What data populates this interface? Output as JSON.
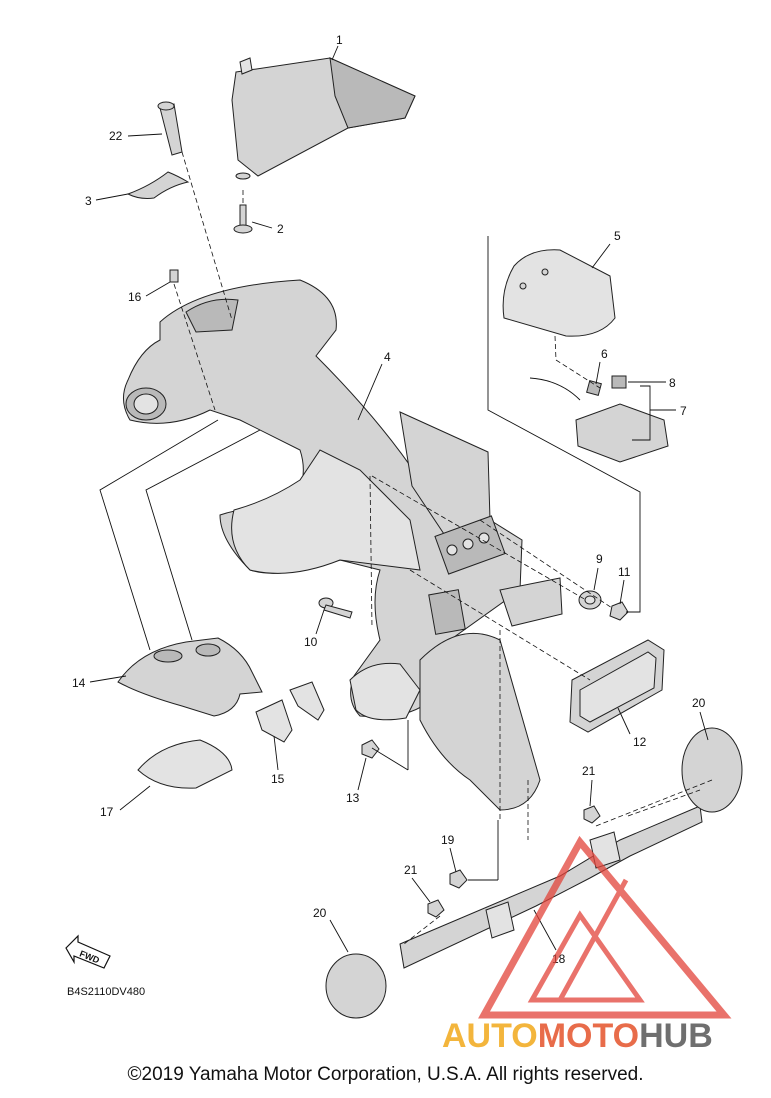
{
  "diagram": {
    "code": "B4S2110DV480",
    "fwd_label": "FWD",
    "watermark": {
      "part1": "AUTO",
      "part2": "MOTO",
      "part3": "HUB"
    },
    "copyright": "©2019 Yamaha Motor Corporation, U.S.A. All rights reserved.",
    "callouts": {
      "c1": "1",
      "c2": "2",
      "c3": "3",
      "c4": "4",
      "c5": "5",
      "c6": "6",
      "c7": "7",
      "c8": "8",
      "c9": "9",
      "c10": "10",
      "c11": "11",
      "c12": "12",
      "c13": "13",
      "c14": "14",
      "c15": "15",
      "c16": "16",
      "c17": "17",
      "c18": "18",
      "c19": "19",
      "c20a": "20",
      "c20b": "20",
      "c21a": "21",
      "c21b": "21",
      "c22": "22"
    }
  }
}
